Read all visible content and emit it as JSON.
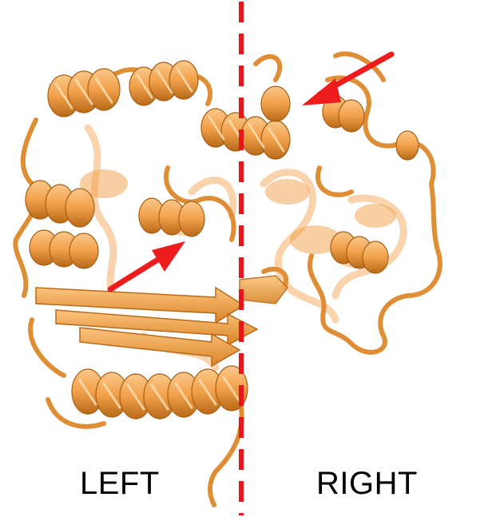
{
  "labels": {
    "left": "LEFT",
    "right": "RIGHT"
  },
  "colors": {
    "ribbon": "#f2a04a",
    "ribbon_dark": "#b86a18",
    "ribbon_light": "#fbc98a",
    "ribbon_faded": "#f6c894",
    "divider": "#e8161b",
    "arrow": "#ee1c1c",
    "label_text": "#000000"
  },
  "annotations": {
    "divider_style": "dashed",
    "arrow_count": 2
  },
  "icons": {
    "protein": "protein-ribbon-structure",
    "pointer": "arrow-icon"
  }
}
